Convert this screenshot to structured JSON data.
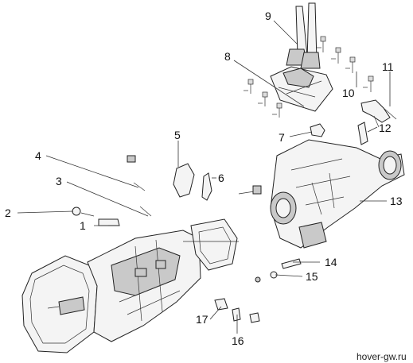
{
  "callouts": [
    "1",
    "2",
    "3",
    "4",
    "5",
    "6",
    "7",
    "8",
    "9",
    "10",
    "11",
    "12",
    "13",
    "14",
    "15",
    "16",
    "17"
  ],
  "watermark": "hover-gw.ru"
}
